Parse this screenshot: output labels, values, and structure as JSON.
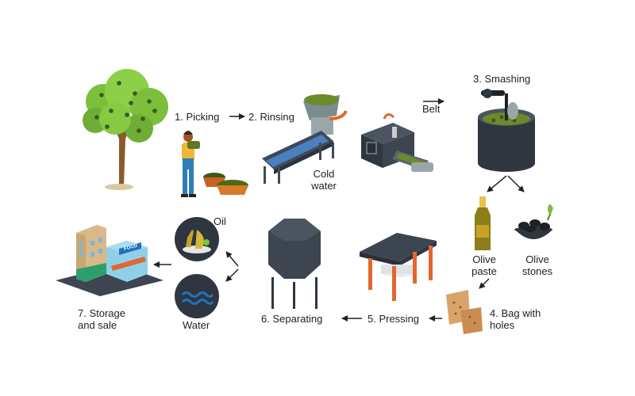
{
  "steps": {
    "picking": "1. Picking",
    "rinsing": "2. Rinsing",
    "cold_water_line1": "Cold",
    "cold_water_line2": "water",
    "belt": "Belt",
    "smashing": "3. Smashing",
    "olive_paste_line1": "Olive",
    "olive_paste_line2": "paste",
    "olive_stones_line1": "Olive",
    "olive_stones_line2": "stones",
    "bag_line1": "4. Bag with",
    "bag_line2": "holes",
    "pressing": "5. Pressing",
    "separating": "6. Separating",
    "oil": "Oil",
    "water": "Water",
    "storage_line1": "7. Storage",
    "storage_line2": "and sale"
  },
  "shop_sign": "FOOD",
  "colors": {
    "leaf_green": "#7cbf3c",
    "trunk_brown": "#8a5a2b",
    "machine_dark": "#2f3640",
    "olive_green": "#5c7a1f",
    "copper": "#e0672f",
    "water_blue": "#1e73be",
    "bag_tan": "#d9a36a",
    "arrow": "#222222"
  },
  "icons": [
    "olive-tree-icon",
    "farmer-icon",
    "olive-basket-icon",
    "rinsing-conveyor-icon",
    "belt-machine-icon",
    "smashing-vat-icon",
    "oil-bottle-icon",
    "olive-stones-bowl-icon",
    "olive-bags-icon",
    "press-icon",
    "separator-icon",
    "oil-icon",
    "water-icon",
    "store-icon"
  ]
}
